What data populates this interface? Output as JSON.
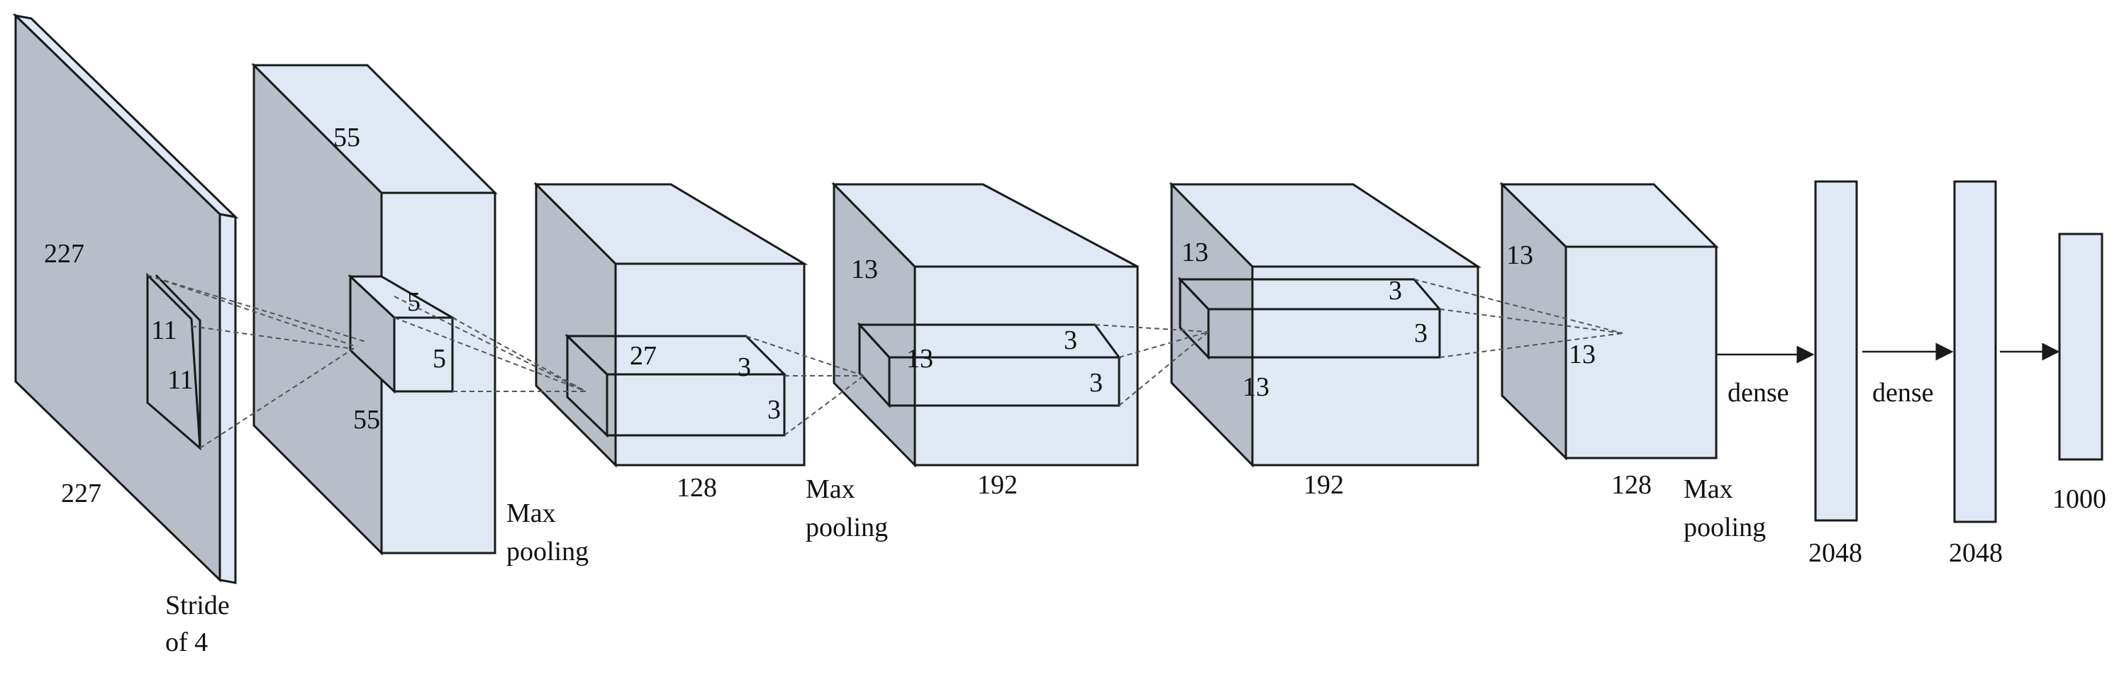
{
  "input_layer": {
    "dim_height": "227",
    "dim_width": "227",
    "kernel_h": "11",
    "kernel_w": "11",
    "stride_line1": "Stride",
    "stride_line2": "of 4"
  },
  "conv1": {
    "dim_top": "55",
    "dim_bottom": "55",
    "kernel_a": "5",
    "kernel_b": "5",
    "pool_line1": "Max",
    "pool_line2": "pooling"
  },
  "conv2": {
    "kernel_size": "27",
    "kernel_a": "3",
    "kernel_b": "3",
    "depth": "128",
    "pool_line1": "Max",
    "pool_line2": "pooling"
  },
  "conv3": {
    "side": "13",
    "inner": "13",
    "kernel_a": "3",
    "kernel_b": "3",
    "depth": "192"
  },
  "conv4": {
    "side": "13",
    "bottom": "13",
    "kernel_a": "3",
    "kernel_b": "3",
    "depth": "192"
  },
  "conv5": {
    "side": "13",
    "inner": "13",
    "depth": "128",
    "pool_line1": "Max",
    "pool_line2": "pooling"
  },
  "dense": {
    "arrow1_label": "dense",
    "arrow2_label": "dense",
    "fc1_size": "2048",
    "fc2_size": "2048",
    "output_size": "1000"
  }
}
